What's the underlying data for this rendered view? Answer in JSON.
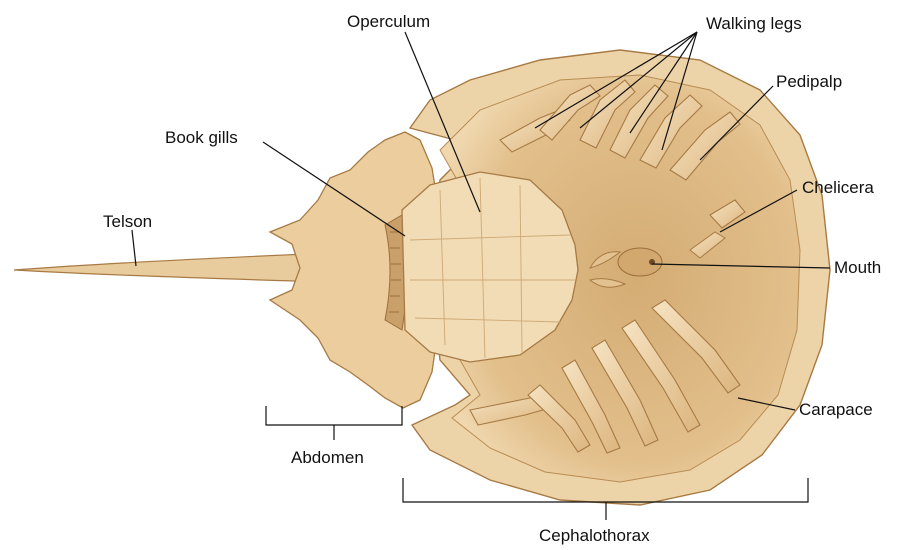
{
  "labels": {
    "operculum": "Operculum",
    "walking_legs": "Walking legs",
    "pedipalp": "Pedipalp",
    "book_gills": "Book gills",
    "chelicera": "Chelicera",
    "telson": "Telson",
    "mouth": "Mouth",
    "carapace": "Carapace",
    "abdomen": "Abdomen",
    "cephalothorax": "Cephalothorax"
  },
  "colors": {
    "background": "#ffffff",
    "shell": "#e8c99a",
    "shell_light": "#f3dcb5",
    "shell_shadow": "#c99d62",
    "outline": "#a77a44",
    "leader": "#111111"
  },
  "icons": {
    "illustration": "horseshoe-crab-ventral-view"
  }
}
